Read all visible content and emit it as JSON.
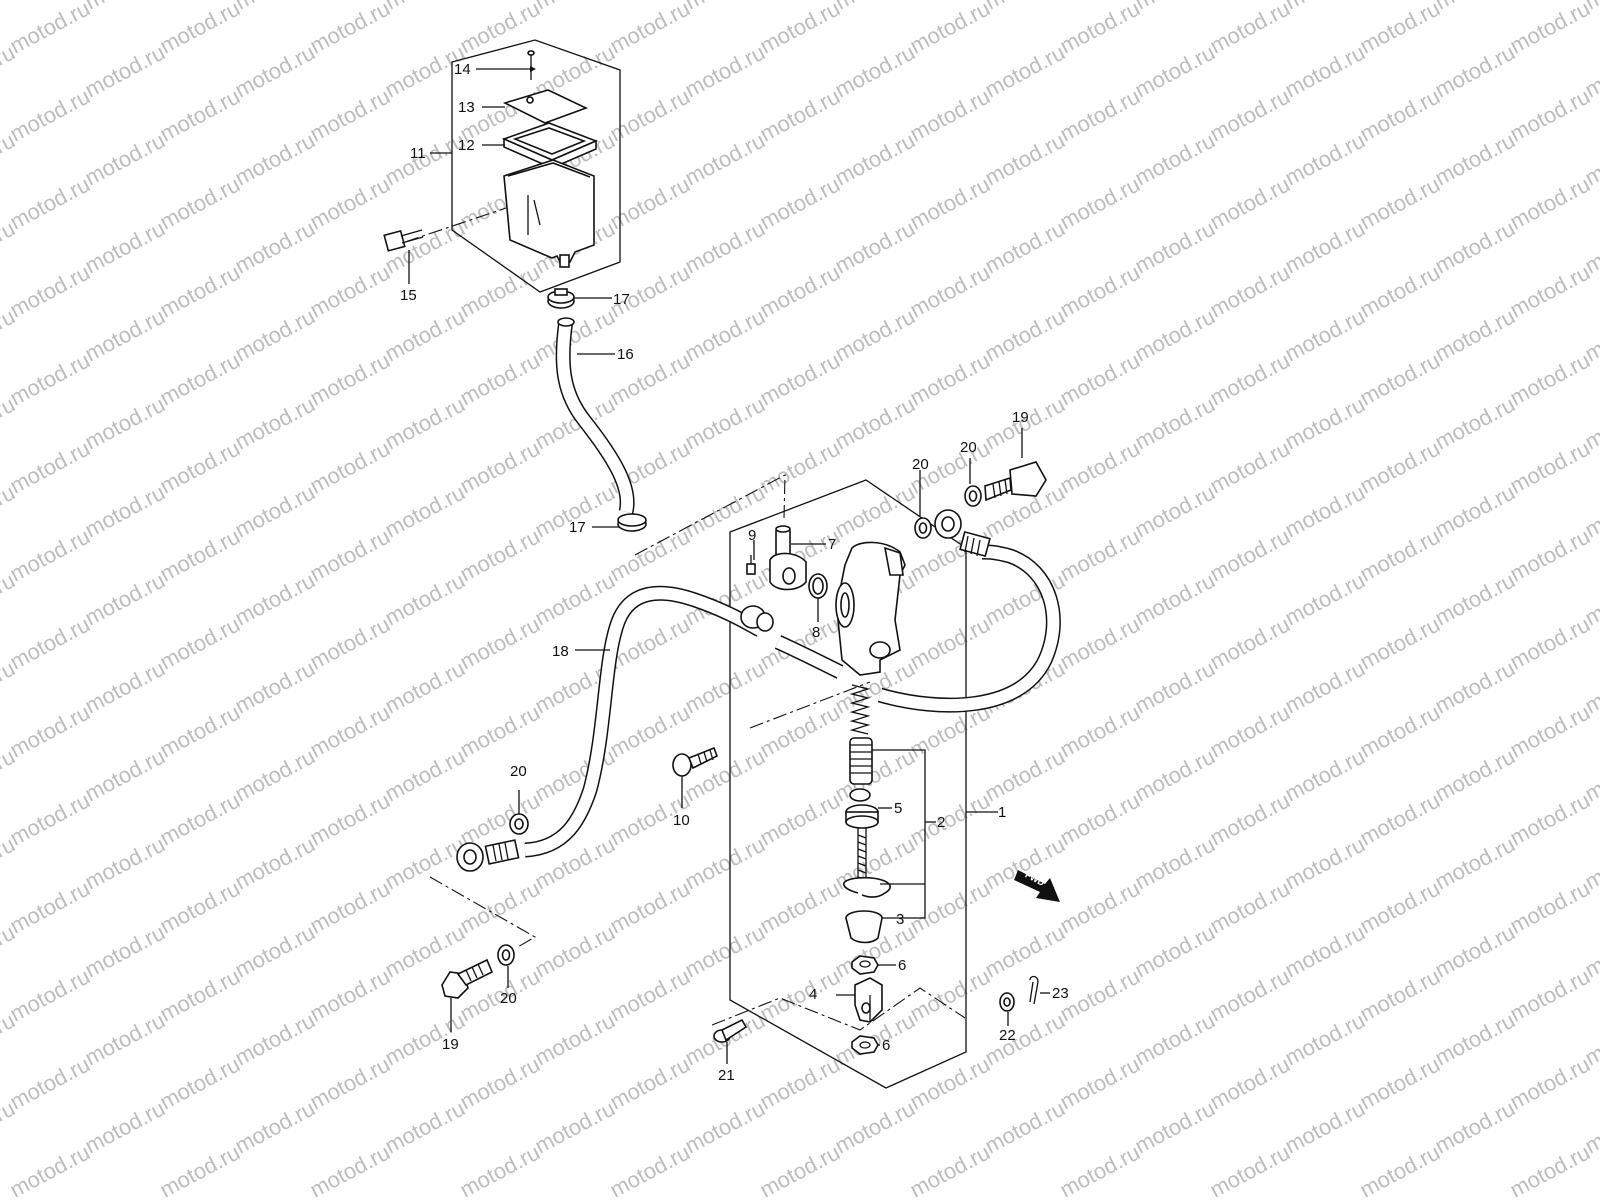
{
  "watermark": "motod.ru",
  "direction_badge": "FWD",
  "callouts": [
    "1",
    "2",
    "3",
    "4",
    "5",
    "6",
    "7",
    "8",
    "9",
    "10",
    "11",
    "12",
    "13",
    "14",
    "15",
    "16",
    "17",
    "18",
    "19",
    "20",
    "21",
    "22",
    "23"
  ]
}
